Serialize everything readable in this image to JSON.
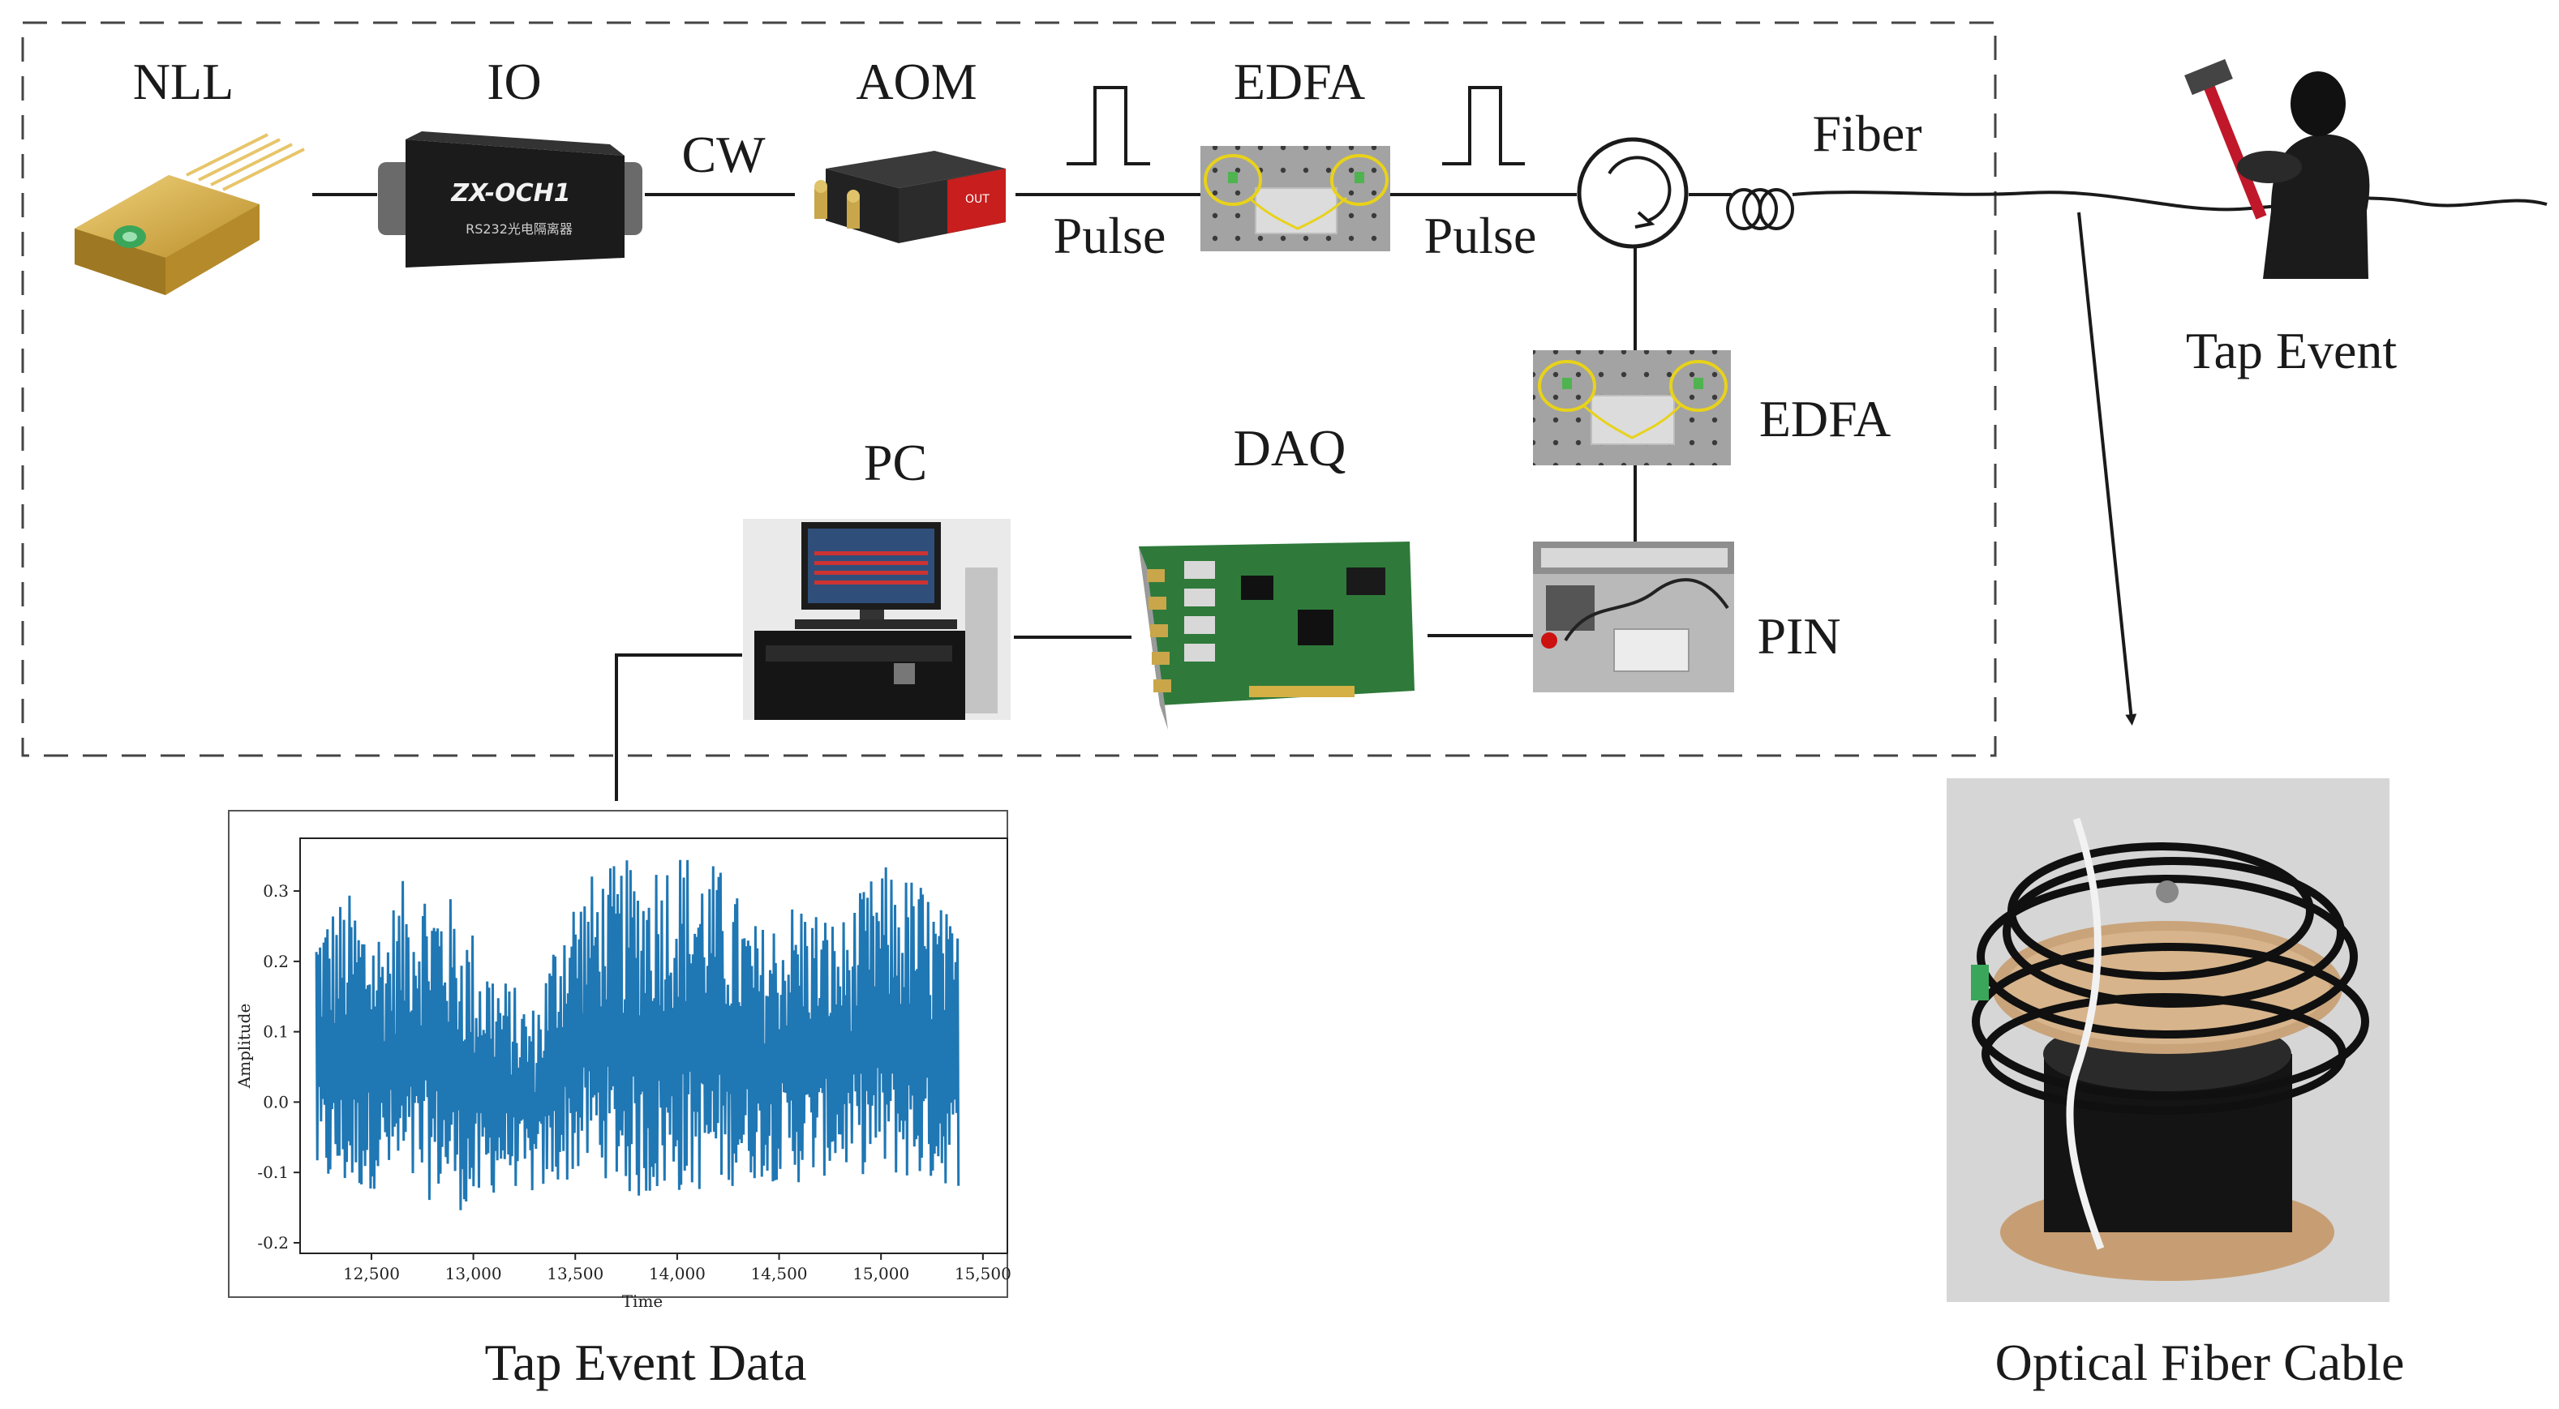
{
  "labels": {
    "nll": "NLL",
    "io": "IO",
    "aom": "AOM",
    "edfa_top": "EDFA",
    "cw": "CW",
    "pulse_left": "Pulse",
    "pulse_right": "Pulse",
    "fiber": "Fiber",
    "tap_event": "Tap Event",
    "edfa_mid": "EDFA",
    "daq": "DAQ",
    "pc": "PC",
    "pin": "PIN",
    "tap_event_data": "Tap Event Data",
    "optical_fiber_cable": "Optical Fiber Cable"
  },
  "device_text": {
    "io_brand": "ZX-OCH1",
    "io_sub": "RS232光电隔离器",
    "aom_out": "OUT"
  },
  "colors": {
    "line": "#1a1a1a",
    "signal": "#1f77b4",
    "laser_gold": "#d9b348",
    "pcb_green": "#2f7a3a",
    "fiber_yellow": "#e8d21a",
    "breadboard": "#9a9a9a",
    "reel_wood": "#c9a37a"
  },
  "icons": {
    "circulator": "circulator-icon",
    "fiber_coil": "fiber-coil-icon",
    "person": "hooded-person-with-hammer-icon"
  },
  "chart_data": {
    "type": "line",
    "xlabel": "Time",
    "ylabel": "Amplitude",
    "xlim": [
      12150,
      15620
    ],
    "ylim": [
      -0.215,
      0.375
    ],
    "xticks": [
      12500,
      13000,
      13500,
      14000,
      14500,
      15000,
      15500
    ],
    "xtick_labels": [
      "12,500",
      "13,000",
      "13,500",
      "14,000",
      "14,500",
      "15,000",
      "15,500"
    ],
    "yticks": [
      -0.2,
      -0.1,
      0.0,
      0.1,
      0.2,
      0.3
    ],
    "ytick_labels": [
      "-0.2",
      "-0.1",
      "0.0",
      "0.1",
      "0.2",
      "0.3"
    ],
    "grid": false,
    "series": [
      {
        "x_start": 12230,
        "x_end": 15380,
        "points": 700,
        "envelope": [
          [
            12230,
            -0.15,
            0.28
          ],
          [
            12400,
            -0.16,
            0.3
          ],
          [
            12550,
            -0.14,
            0.26
          ],
          [
            12700,
            -0.17,
            0.34
          ],
          [
            12850,
            -0.16,
            0.31
          ],
          [
            13000,
            -0.19,
            0.25
          ],
          [
            13150,
            -0.13,
            0.18
          ],
          [
            13300,
            -0.15,
            0.14
          ],
          [
            13450,
            -0.14,
            0.3
          ],
          [
            13600,
            -0.12,
            0.33
          ],
          [
            13800,
            -0.17,
            0.35
          ],
          [
            14000,
            -0.16,
            0.37
          ],
          [
            14200,
            -0.15,
            0.34
          ],
          [
            14400,
            -0.13,
            0.25
          ],
          [
            14600,
            -0.14,
            0.3
          ],
          [
            14800,
            -0.12,
            0.26
          ],
          [
            15000,
            -0.13,
            0.34
          ],
          [
            15200,
            -0.14,
            0.32
          ],
          [
            15380,
            -0.14,
            0.25
          ]
        ]
      }
    ]
  }
}
